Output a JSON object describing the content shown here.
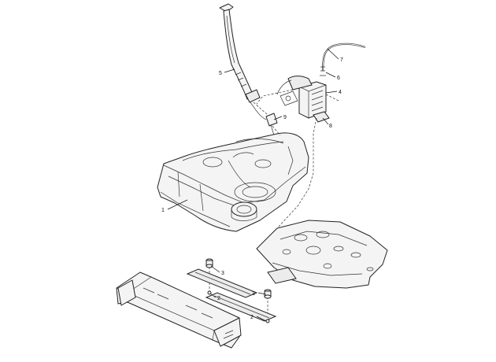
{
  "callouts": {
    "fuel_tank": "1",
    "rivet_front": "2",
    "rivet_rear": "2",
    "bolt_front": "3",
    "bolt_rear": "3",
    "evap_canister": "4",
    "filler_hose": "5",
    "hose_clamp": "6",
    "vent_hose": "7",
    "canister_bracket": "8",
    "fuel_line_clip": "9"
  }
}
